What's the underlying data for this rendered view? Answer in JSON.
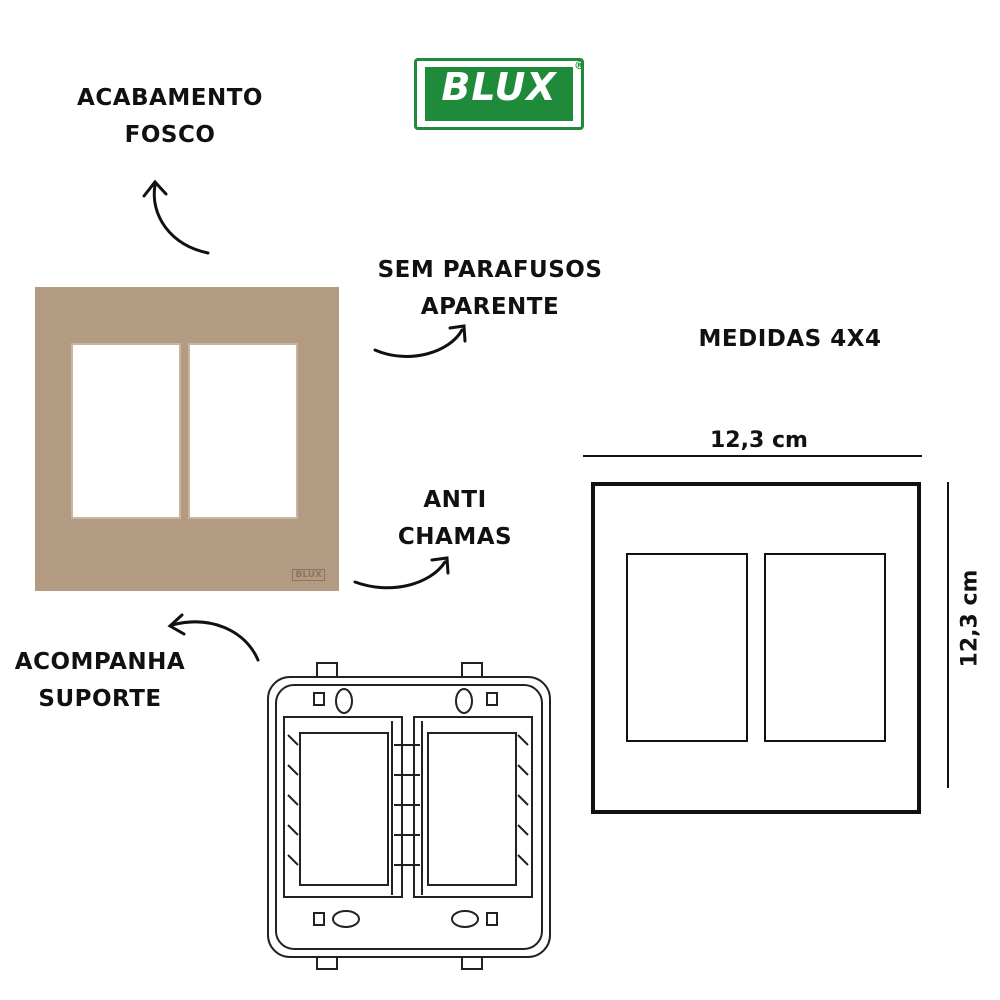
{
  "logo": {
    "text": "BLUX",
    "registered": "®"
  },
  "labels": {
    "finish": [
      "ACABAMENTO",
      "FOSCO"
    ],
    "no_screws": [
      "SEM PARAFUSOS",
      "APARENTE"
    ],
    "flame": [
      "ANTI",
      "CHAMAS"
    ],
    "support": [
      "ACOMPANHA",
      "SUPORTE"
    ],
    "measures": "MEDIDAS 4X4"
  },
  "dimensions": {
    "width": "12,3 cm",
    "height": "12,3 cm"
  },
  "plate": {
    "color": "#b39a82",
    "mark": "BLUX"
  }
}
